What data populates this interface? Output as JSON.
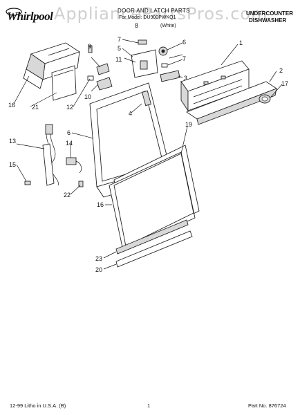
{
  "brand": {
    "name": "Whirlpool"
  },
  "header": {
    "line1": "DOOR AND LATCH PARTS",
    "line2": "For Model: DU900PWKQ1",
    "line3": "(White)"
  },
  "appliance": {
    "type_line1": "UNDERCOUNTER",
    "type_line2": "DISHWASHER"
  },
  "watermark": "AppliancePartsPros.com",
  "footer": {
    "left": "12-99 Litho in U.S.A. (B)",
    "center": "1",
    "right": "Part No. 876724"
  },
  "callouts": [
    {
      "id": "1",
      "label": "1"
    },
    {
      "id": "2",
      "label": "2"
    },
    {
      "id": "3",
      "label": "3"
    },
    {
      "id": "4",
      "label": "4"
    },
    {
      "id": "5",
      "label": "5"
    },
    {
      "id": "6a",
      "label": "6"
    },
    {
      "id": "6b",
      "label": "6"
    },
    {
      "id": "7a",
      "label": "7"
    },
    {
      "id": "7b",
      "label": "7"
    },
    {
      "id": "8",
      "label": "8"
    },
    {
      "id": "9",
      "label": "9"
    },
    {
      "id": "10",
      "label": "10"
    },
    {
      "id": "11",
      "label": "11"
    },
    {
      "id": "12",
      "label": "12"
    },
    {
      "id": "13",
      "label": "13"
    },
    {
      "id": "14",
      "label": "14"
    },
    {
      "id": "15",
      "label": "15"
    },
    {
      "id": "16a",
      "label": "16"
    },
    {
      "id": "16b",
      "label": "16"
    },
    {
      "id": "17",
      "label": "17"
    },
    {
      "id": "19",
      "label": "19"
    },
    {
      "id": "20",
      "label": "20"
    },
    {
      "id": "21",
      "label": "21"
    },
    {
      "id": "22",
      "label": "22"
    },
    {
      "id": "23",
      "label": "23"
    }
  ]
}
